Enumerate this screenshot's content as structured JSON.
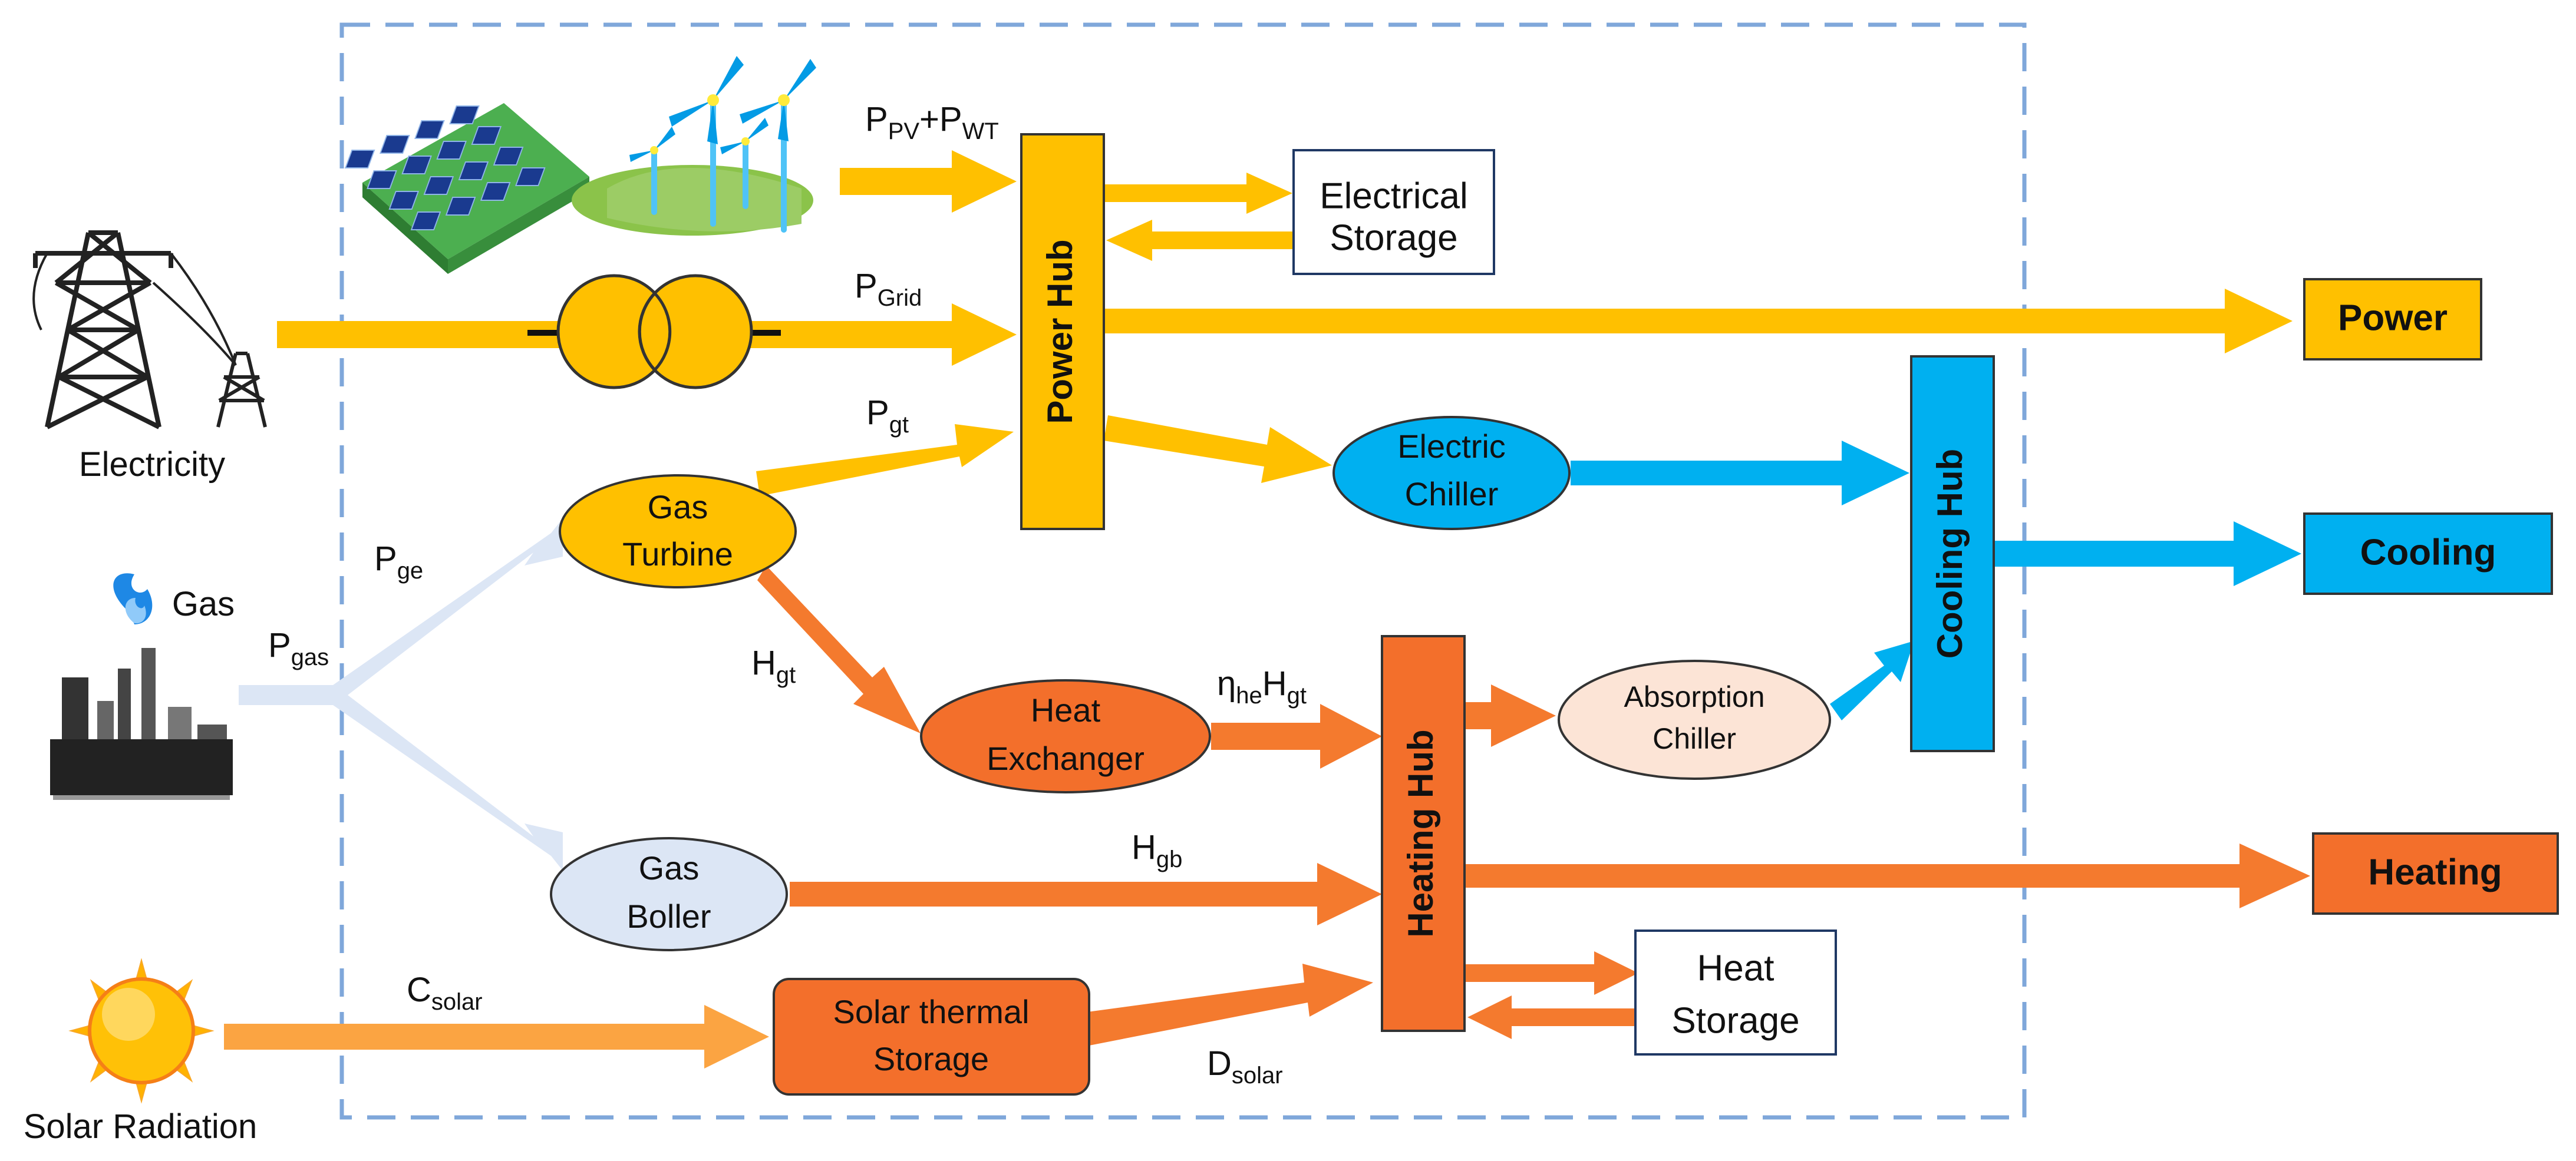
{
  "colors": {
    "power": "#FFC000",
    "heat": "#F47A2E",
    "heat_node": "#F36F2B",
    "cool": "#00B0F0",
    "gas": "#DCE6F5",
    "absorption": "#FCE4D6",
    "boundary": "#7FA7DA",
    "box_border": "#1F3864"
  },
  "sources": {
    "electricity": "Electricity",
    "gas": "Gas",
    "solar": "Solar Radiation"
  },
  "nodes": {
    "gas_turbine": [
      "Gas",
      "Turbine"
    ],
    "gas_boiler": [
      "Gas",
      "Boller"
    ],
    "heat_exchanger": [
      "Heat",
      "Exchanger"
    ],
    "electric_chiller": [
      "Electric",
      "Chiller"
    ],
    "absorption_chiller": [
      "Absorption",
      "Chiller"
    ],
    "solar_thermal_storage": [
      "Solar thermal",
      "Storage"
    ],
    "electrical_storage": [
      "Electrical",
      "Storage"
    ],
    "heat_storage": [
      "Heat",
      "Storage"
    ]
  },
  "hubs": {
    "power": "Power Hub",
    "heating": "Heating Hub",
    "cooling": "Cooling Hub"
  },
  "outputs": {
    "power": "Power",
    "cooling": "Cooling",
    "heating": "Heating"
  },
  "flow_labels": {
    "pv_wt": {
      "p1": "P",
      "s1": "PV",
      "p2": "+P",
      "s2": "WT"
    },
    "grid": {
      "p": "P",
      "s": "Grid"
    },
    "gt": {
      "p": "P",
      "s": "gt"
    },
    "ge": {
      "p": "P",
      "s": "ge"
    },
    "gas": {
      "p": "P",
      "s": "gas"
    },
    "hgt": {
      "p": "H",
      "s": "gt"
    },
    "eta": {
      "p1": "η",
      "s1": "he",
      "p2": "H",
      "s2": "gt"
    },
    "hgb": {
      "p": "H",
      "s": "gb"
    },
    "csolar": {
      "p": "C",
      "s": "solar"
    },
    "dsolar": {
      "p": "D",
      "s": "solar"
    }
  },
  "icons": [
    "transmission-tower-icon",
    "gas-plant-icon",
    "sun-icon",
    "solar-panel-icon",
    "wind-turbine-icon",
    "transformer-icon"
  ]
}
